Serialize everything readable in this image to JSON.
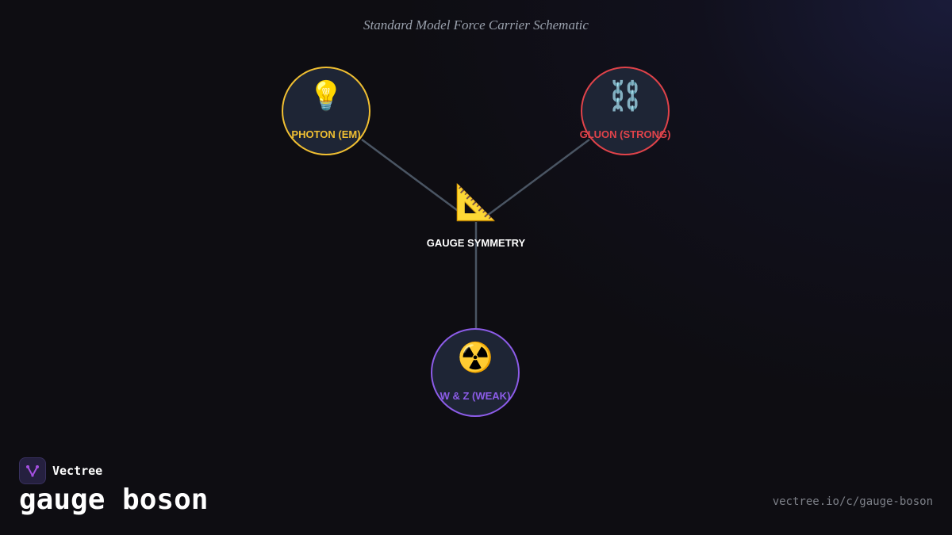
{
  "diagram": {
    "title": "Standard Model Force Carrier Schematic",
    "center": {
      "label": "GAUGE SYMMETRY",
      "icon": "triangular-ruler-icon",
      "glyph": "📐"
    },
    "nodes": [
      {
        "id": "photon",
        "label": "PHOTON (EM)",
        "icon": "light-bulb-icon",
        "glyph": "💡",
        "color": "#f0bf32"
      },
      {
        "id": "gluon",
        "label": "GLUON (STRONG)",
        "icon": "chain-links-icon",
        "glyph": "⛓️",
        "color": "#e0434a"
      },
      {
        "id": "wz",
        "label": "W & Z (WEAK)",
        "icon": "radioactive-icon",
        "glyph": "☢️",
        "color": "#8c5ce8"
      }
    ],
    "edge_color": "#4a5563"
  },
  "brand": {
    "name": "Vectree",
    "logo_icon": "vectree-logo-icon",
    "logo_color": "#a550e0"
  },
  "page": {
    "heading": "gauge boson",
    "url": "vectree.io/c/gauge-boson"
  }
}
